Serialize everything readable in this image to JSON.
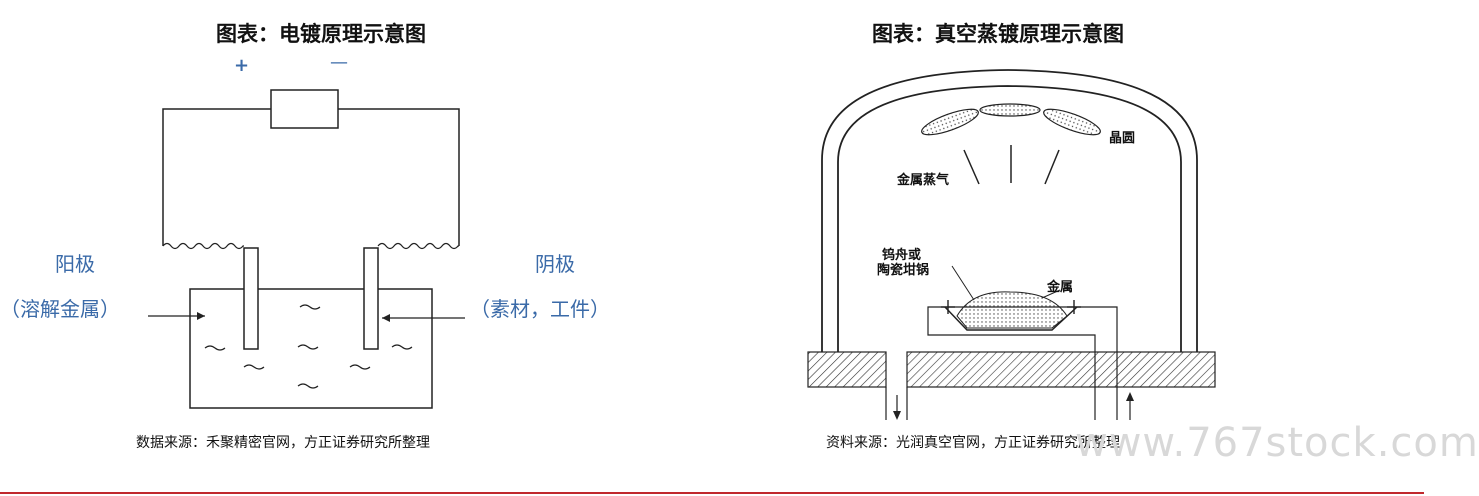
{
  "left": {
    "title": "图表：电镀原理示意图",
    "plus": "+",
    "minus": "—",
    "anode": "阳极",
    "anode_sub": "（溶解金属）",
    "cathode": "阴极",
    "cathode_sub": "（素材，工件）",
    "source": "数据来源：禾聚精密官网，方正证券研究所整理"
  },
  "right": {
    "title": "图表：真空蒸镀原理示意图",
    "wafer": "晶圆",
    "vapor": "金属蒸气",
    "boat_line1": "钨舟或",
    "boat_line2": "陶瓷坩锅",
    "metal": "金属",
    "source": "资料来源：光润真空官网，方正证券研究所整理"
  },
  "watermark": "www.767stock.com",
  "colors": {
    "accent_red": "#c0282d",
    "label_blue": "#3a6aa8"
  }
}
